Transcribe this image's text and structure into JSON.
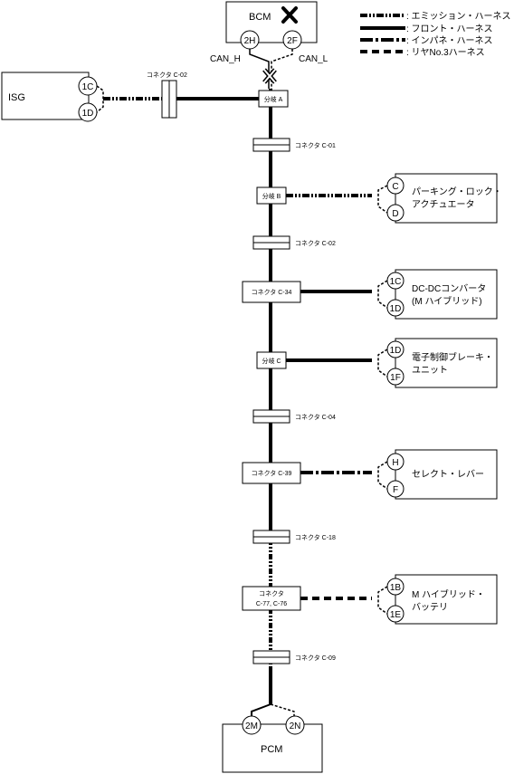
{
  "legend": [
    {
      "style": "emission",
      "text": ": エミッション・ハーネス"
    },
    {
      "style": "front",
      "text": ": フロント・ハーネス"
    },
    {
      "style": "instpanel",
      "text": ": インパネ・ハーネス"
    },
    {
      "style": "rear",
      "text": ": リヤNo.3ハーネス"
    }
  ],
  "bcm": {
    "label": "BCM",
    "pin_h": "2H",
    "pin_l": "2F",
    "can_h": "CAN_H",
    "can_l": "CAN_L"
  },
  "isg": {
    "label": "ISG",
    "pin_a": "1C",
    "pin_b": "1D",
    "connector": "コネクタ C-02"
  },
  "splice_a": "分岐 A",
  "splice_b": "分岐 B",
  "splice_c": "分岐 C",
  "connectors": {
    "c01": "コネクタ C-01",
    "c02": "コネクタ C-02",
    "c34": "コネクタ C-34",
    "c04": "コネクタ C-04",
    "c39": "コネクタ C-39",
    "c18": "コネクタ C-18",
    "c77_1": "コネクタ",
    "c77_2": "C-77, C-76",
    "c09": "コネクタ C-09"
  },
  "devices": {
    "parking": {
      "line1": "パーキング・ロック・",
      "line2": "アクチュエータ",
      "pin_a": "C",
      "pin_b": "D"
    },
    "dcdc": {
      "line1": "DC-DCコンバータ",
      "line2": "(M ハイブリッド)",
      "pin_a": "1C",
      "pin_b": "1D"
    },
    "brake": {
      "line1": "電子制御ブレーキ・",
      "line2": "ユニット",
      "pin_a": "1D",
      "pin_b": "1F"
    },
    "select": {
      "line1": "セレクト・レバー",
      "pin_a": "H",
      "pin_b": "F"
    },
    "battery": {
      "line1": "M ハイブリッド・",
      "line2": "バッテリ",
      "pin_a": "1B",
      "pin_b": "1E"
    }
  },
  "pcm": {
    "label": "PCM",
    "pin_h": "2M",
    "pin_l": "2N"
  }
}
